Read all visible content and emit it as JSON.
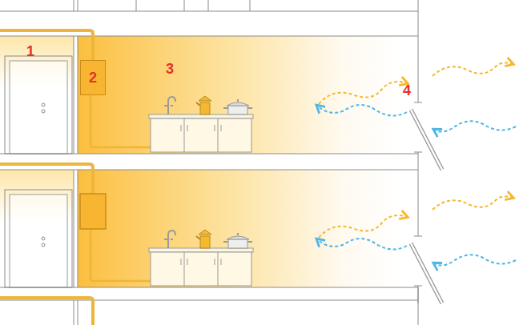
{
  "diagram": {
    "nodes": [
      {
        "text": [
          "2"
        ]
      }
    ],
    "labels": [
      "1",
      "3",
      "4"
    ]
  }
}
